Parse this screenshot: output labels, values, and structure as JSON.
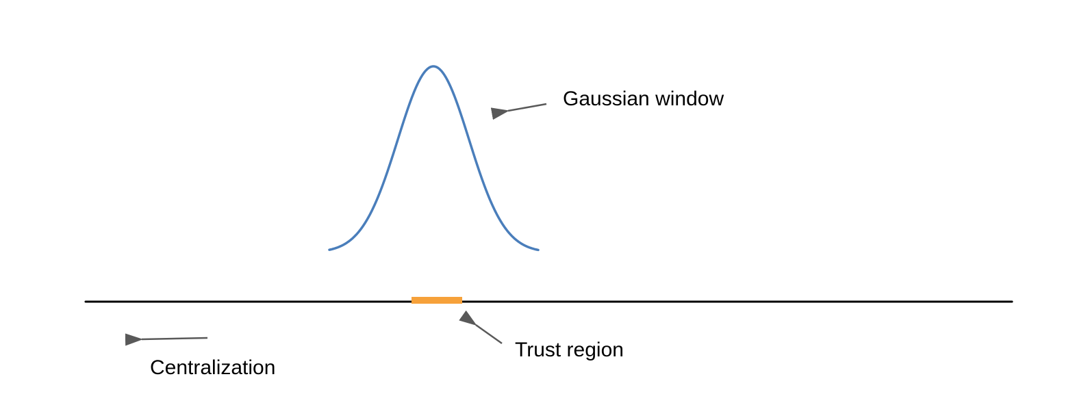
{
  "labels": {
    "gaussian_window": "Gaussian window",
    "trust_region": "Trust region",
    "centralization": "Centralization"
  },
  "colors": {
    "curve": "#4a7ebb",
    "trust_region": "#f6a13a",
    "axis": "#000000",
    "arrow": "#595959",
    "text": "#000000"
  }
}
